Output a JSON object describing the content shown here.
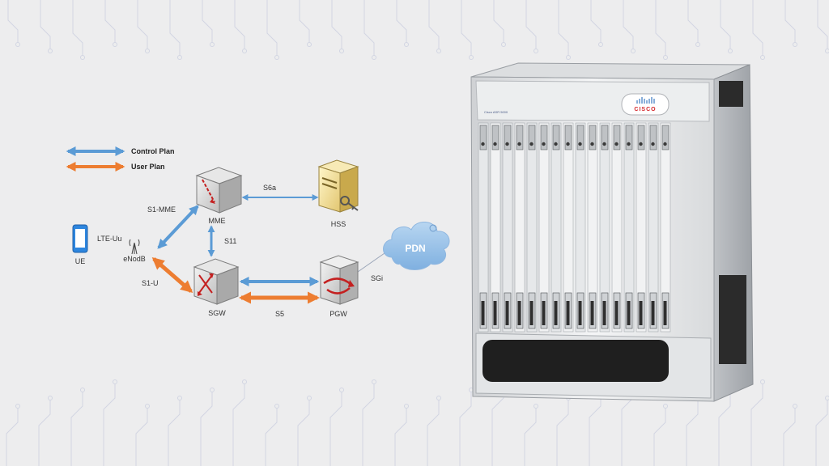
{
  "legend": [
    {
      "label": "Control Plan",
      "color": "#5b9bd5"
    },
    {
      "label": "User Plan",
      "color": "#ed7d31"
    }
  ],
  "nodes": {
    "ue": "UE",
    "enodeb": "eNodB",
    "mme": "MME",
    "sgw": "SGW",
    "hss": "HSS",
    "pgw": "PGW",
    "pdn": "PDN"
  },
  "interfaces": {
    "lte_uu": "LTE-Uu",
    "s1_mme": "S1-MME",
    "s1_u": "S1-U",
    "s6a": "S6a",
    "s11": "S11",
    "s5": "S5",
    "sgi": "SGi"
  },
  "chassis": {
    "brand": "CISCO",
    "model": "Cisco ASR 5000"
  },
  "colors": {
    "control": "#5b9bd5",
    "user": "#ed7d31",
    "background": "#ededee",
    "circuit": "#c7ccde",
    "cloud": "#9cc3e6"
  }
}
